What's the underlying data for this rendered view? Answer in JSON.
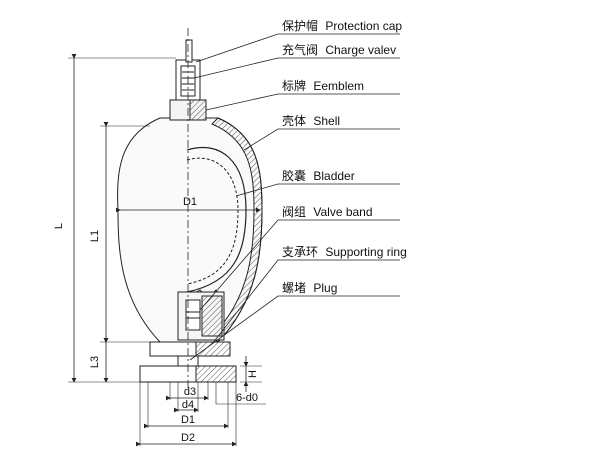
{
  "callouts": [
    {
      "zh": "保护帽",
      "en": "Protection cap"
    },
    {
      "zh": "充气阀",
      "en": "Charge valev"
    },
    {
      "zh": "标牌",
      "en": "Eemblem"
    },
    {
      "zh": "壳体",
      "en": "Shell"
    },
    {
      "zh": "胶囊",
      "en": "Bladder"
    },
    {
      "zh": "阀组",
      "en": "Valve band"
    },
    {
      "zh": "支承环",
      "en": "Supporting ring"
    },
    {
      "zh": "螺堵",
      "en": "Plug"
    }
  ],
  "dimensions": {
    "L": "L",
    "L1": "L1",
    "L3": "L3",
    "D1_shell": "D1",
    "H": "H",
    "d3": "d3",
    "d4": "d4",
    "d0": "6-d0",
    "D1_flange": "D1",
    "D2": "D2"
  },
  "colors": {
    "line": "#222222",
    "shell": "#f4f4f4",
    "hatch": "#555555",
    "bladder": "#eeeeee"
  }
}
